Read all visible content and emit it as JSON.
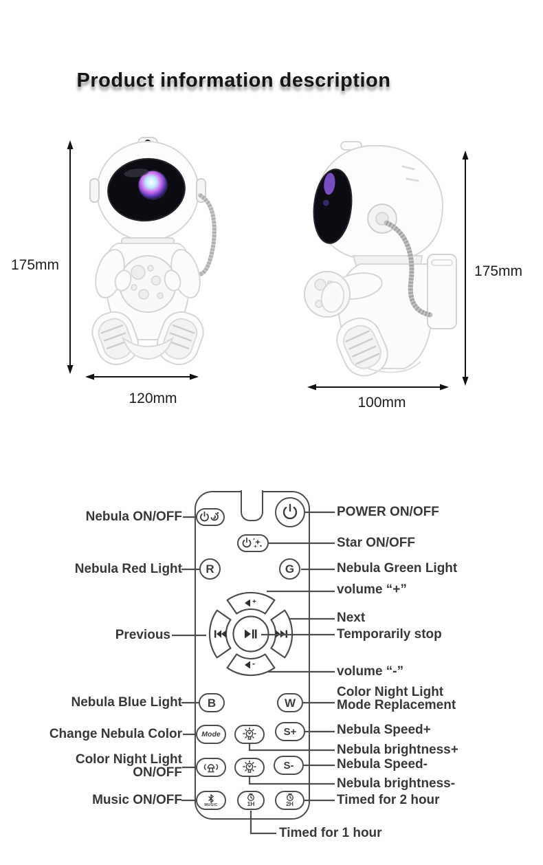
{
  "title": "Product information description",
  "dimensions": {
    "front_height": "175mm",
    "front_width": "120mm",
    "side_height": "175mm",
    "side_width": "100mm"
  },
  "remote": {
    "buttons": {
      "red": "R",
      "green": "G",
      "blue": "B",
      "white": "W",
      "mode": "Mode",
      "speed_plus": "S+",
      "speed_minus": "S-",
      "music": "MUSIC",
      "timer_1h": "1H",
      "timer_2h": "2H",
      "volume_plus": "+",
      "volume_minus": "-"
    },
    "labels": {
      "nebula_onoff": "Nebula ON/OFF",
      "power_onoff": "POWER ON/OFF",
      "star_onoff": "Star ON/OFF",
      "nebula_red": "Nebula Red Light",
      "nebula_green": "Nebula Green Light",
      "volume_plus": "volume “+”",
      "next": "Next",
      "previous": "Previous",
      "temporarily_stop": "Temporarily stop",
      "volume_minus": "volume “-”",
      "nebula_blue": "Nebula Blue Light",
      "cnl_mode_line1": "Color Night Light",
      "cnl_mode_line2": "Mode Replacement",
      "change_nebula_color": "Change Nebula Color",
      "nebula_speed_plus": "Nebula Speed+",
      "nebula_brightness_plus": "Nebula brightness+",
      "cnl_onoff_line1": "Color Night Light",
      "cnl_onoff_line2": "ON/OFF",
      "nebula_speed_minus": "Nebula Speed-",
      "nebula_brightness_minus": "Nebula brightness-",
      "music_onoff": "Music ON/OFF",
      "timed_2h": "Timed for 2 hour",
      "timed_1h": "Timed for 1 hour"
    }
  },
  "colors": {
    "line": "#4d4d4d",
    "label_text": "#383838",
    "title_text": "#161616",
    "visor": "#0c0c12"
  }
}
